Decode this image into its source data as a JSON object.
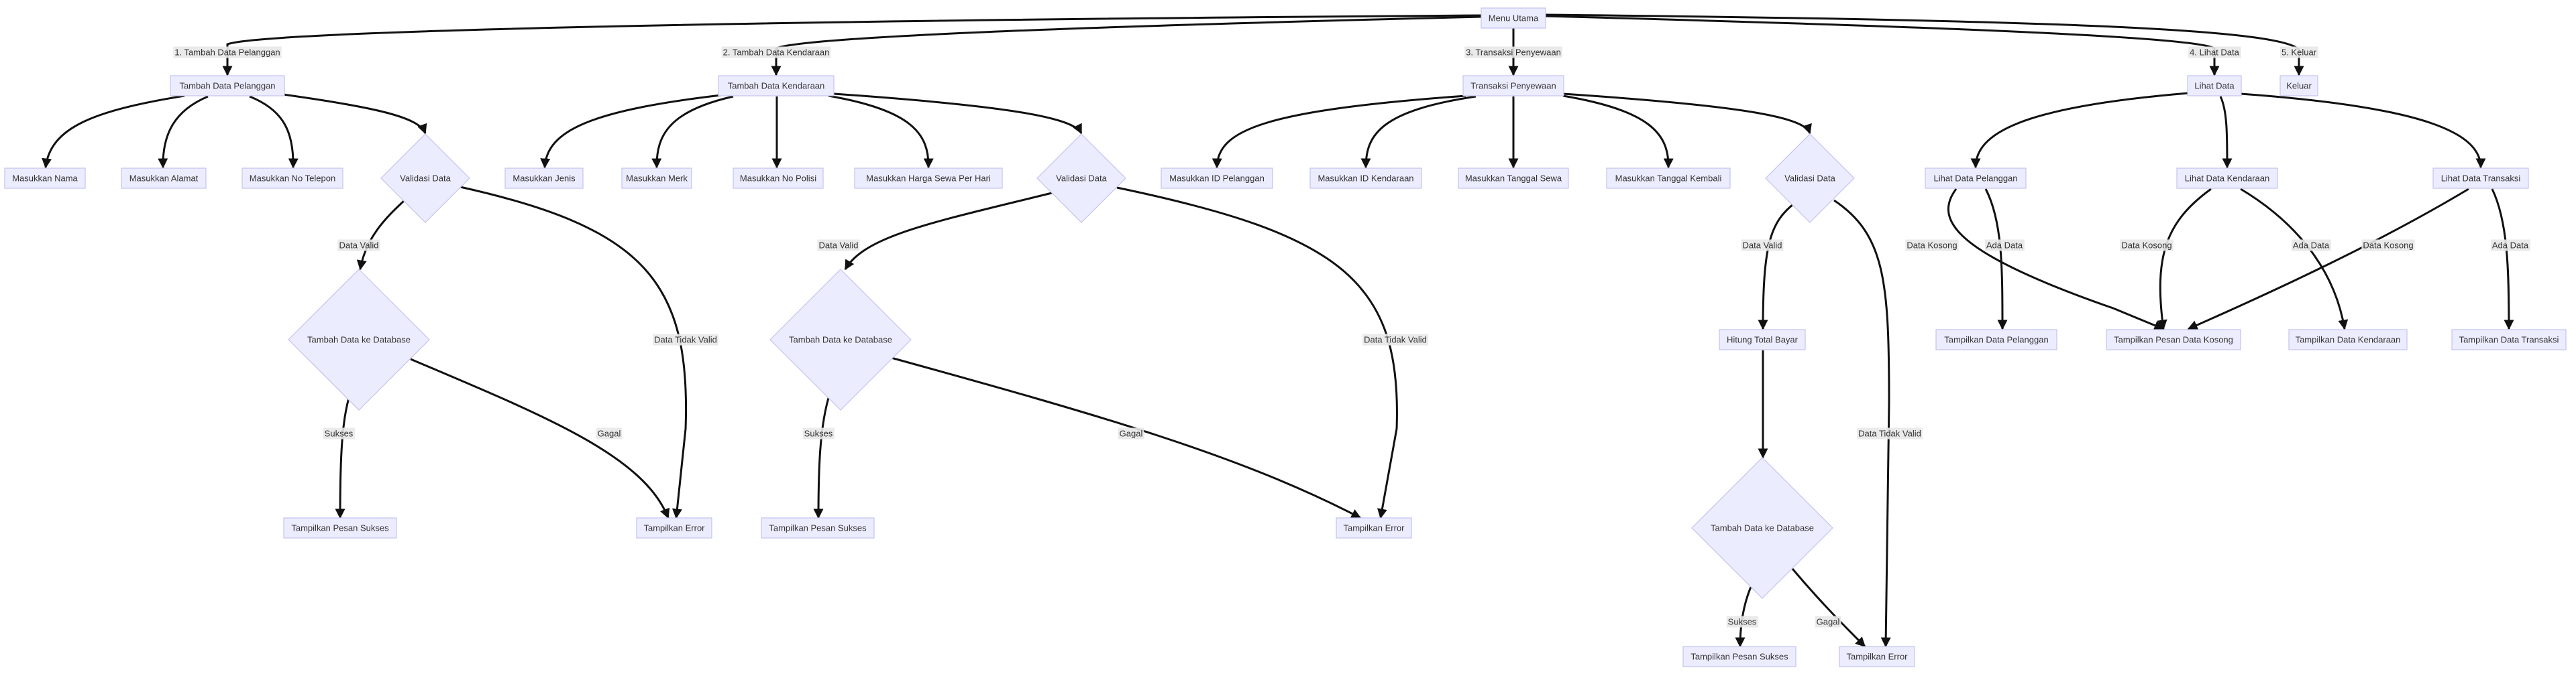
{
  "nodes": {
    "menu": "Menu Utama",
    "tdp": "Tambah Data Pelanggan",
    "tdk": "Tambah Data Kendaraan",
    "tp": "Transaksi Penyewaan",
    "ld": "Lihat Data",
    "kel": "Keluar",
    "mn": "Masukkan Nama",
    "ma": "Masukkan Alamat",
    "mt": "Masukkan No Telepon",
    "vd1": "Validasi Data",
    "mj": "Masukkan Jenis",
    "mm": "Masukkan Merk",
    "mp": "Masukkan No Polisi",
    "mh": "Masukkan Harga Sewa Per Hari",
    "vd2": "Validasi Data",
    "mip": "Masukkan ID Pelanggan",
    "mik": "Masukkan ID Kendaraan",
    "mts": "Masukkan Tanggal Sewa",
    "mtk": "Masukkan Tanggal Kembali",
    "vd3": "Validasi Data",
    "ldp": "Lihat Data Pelanggan",
    "ldk": "Lihat Data Kendaraan",
    "ldt": "Lihat Data Transaksi",
    "tdb1": "Tambah Data ke Database",
    "tdb2": "Tambah Data ke Database",
    "htb": "Hitung Total Bayar",
    "tdpel": "Tampilkan Data Pelanggan",
    "tpk": "Tampilkan Pesan Data Kosong",
    "tdken": "Tampilkan Data Kendaraan",
    "tdtr": "Tampilkan Data Transaksi",
    "tps1": "Tampilkan Pesan Sukses",
    "te1": "Tampilkan Error",
    "tps2": "Tampilkan Pesan Sukses",
    "te2": "Tampilkan Error",
    "tdb3": "Tambah Data ke Database",
    "tps3": "Tampilkan Pesan Sukses",
    "te3": "Tampilkan Error"
  },
  "edges": {
    "e_menu_tdp": "1. Tambah Data Pelanggan",
    "e_menu_tdk": "2. Tambah Data Kendaraan",
    "e_menu_tp": "3. Transaksi Penyewaan",
    "e_menu_ld": "4. Lihat Data",
    "e_menu_kel": "5. Keluar",
    "e_vd1_tdb1": "Data Valid",
    "e_vd1_te1": "Data Tidak Valid",
    "e_tdb1_tps1": "Sukses",
    "e_tdb1_te1": "Gagal",
    "e_vd2_tdb2": "Data Valid",
    "e_vd2_te2": "Data Tidak Valid",
    "e_tdb2_tps2": "Sukses",
    "e_tdb2_te2": "Gagal",
    "e_vd3_htb": "Data Valid",
    "e_vd3_te3": "Data Tidak Valid",
    "e_tdb3_tps3": "Sukses",
    "e_tdb3_te3": "Gagal",
    "e_ldp_tpk": "Data Kosong",
    "e_ldp_tdpel": "Ada Data",
    "e_ldk_tpk": "Data Kosong",
    "e_ldk_tdken": "Ada Data",
    "e_ldt_tpk": "Data Kosong",
    "e_ldt_tdtr": "Ada Data"
  }
}
